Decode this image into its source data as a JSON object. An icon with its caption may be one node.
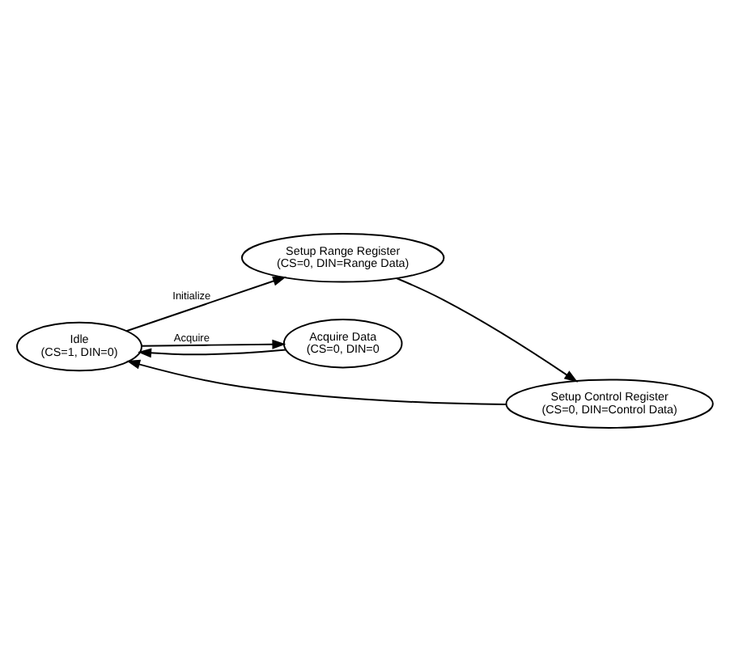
{
  "diagram": {
    "nodes": [
      {
        "text": [
          "Idle",
          "(CS=1, DIN=0)"
        ]
      },
      {
        "text": [
          "Setup Range Register",
          "(CS=0, DIN=Range Data)"
        ]
      },
      {
        "text": [
          "Setup Control Register",
          "(CS=0, DIN=Control Data)"
        ]
      },
      {
        "text": [
          "Acquire Data",
          "(CS=0, DIN=0"
        ]
      }
    ],
    "edges": [
      {
        "from": 0,
        "to": 1,
        "arrow": "to",
        "label": "Initialize"
      },
      {
        "from": 1,
        "to": 2,
        "arrow": "to"
      },
      {
        "from": 2,
        "to": 0,
        "arrow": "to"
      },
      {
        "from": 0,
        "to": 3,
        "arrow": "to",
        "label": "Acquire"
      },
      {
        "from": 3,
        "to": 0,
        "arrow": "to"
      }
    ]
  }
}
